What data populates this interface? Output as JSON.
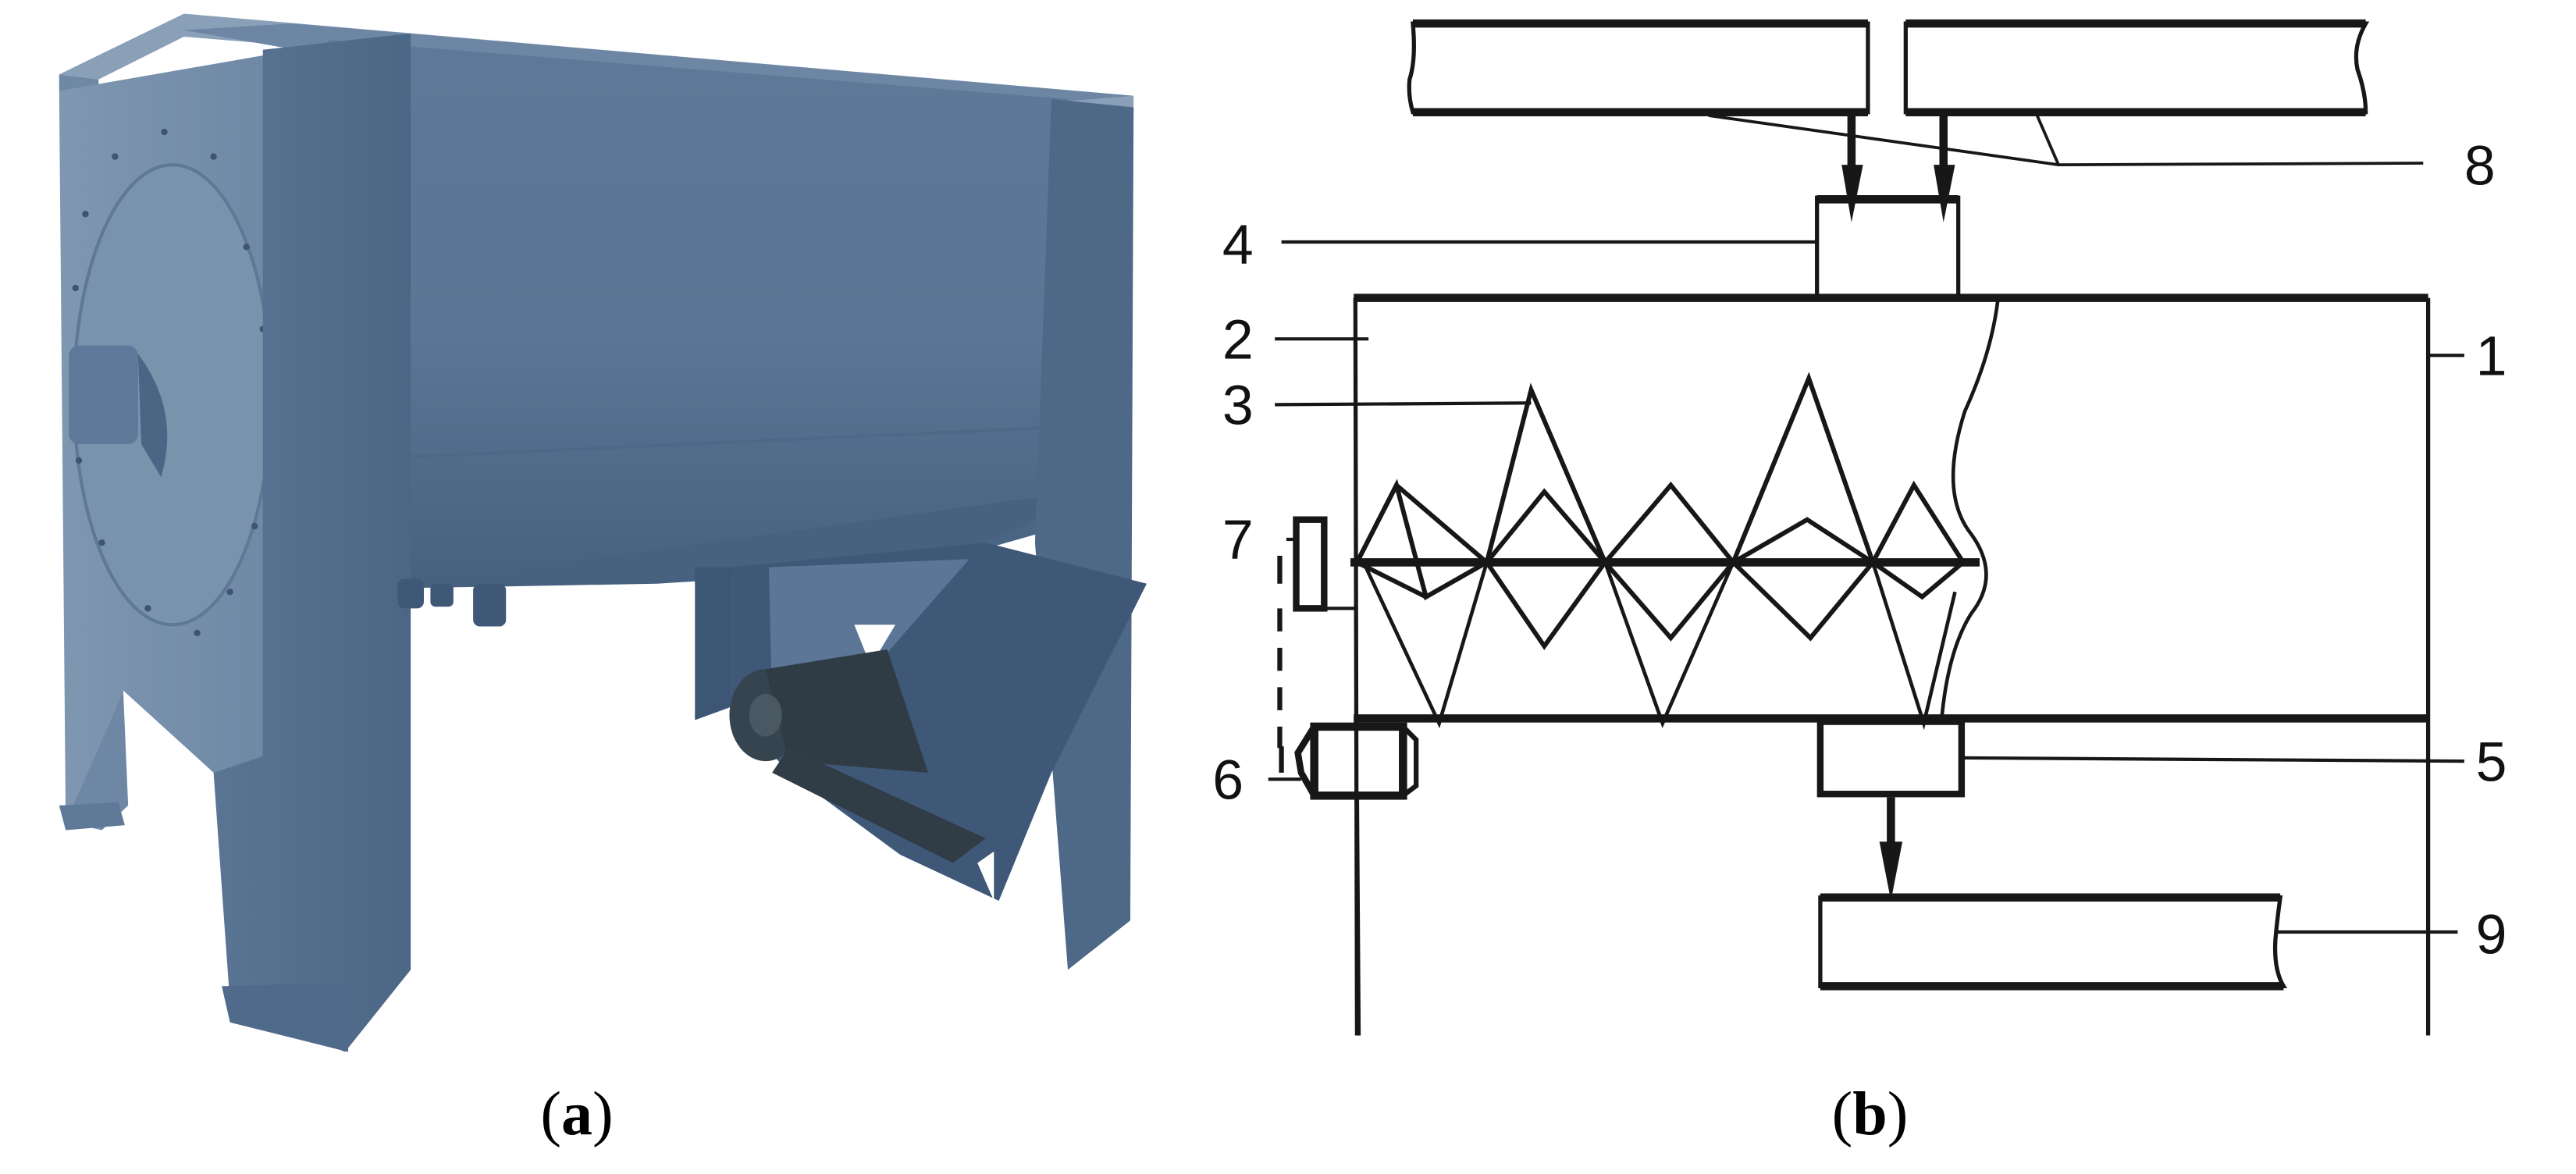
{
  "figure": {
    "panels": [
      {
        "id": "a",
        "caption_open": "(",
        "caption_letter": "a",
        "caption_close": ")",
        "content": "photograph of a horizontal ribbon/paddle mixer with blue-grey steel frame, flanged end plate, and drive motor mounted below",
        "colors": {
          "body": "#5a7596",
          "body_light": "#7b93ae",
          "body_dark": "#3d5675",
          "motor": "#3a4650"
        }
      },
      {
        "id": "b",
        "caption_open": "(",
        "caption_letter": "b",
        "caption_close": ")",
        "content": "schematic diagram of the mixer",
        "callouts": [
          {
            "number": "1",
            "target": "mixer housing (right wall)"
          },
          {
            "number": "2",
            "target": "mixing chamber"
          },
          {
            "number": "3",
            "target": "ribbon/blade agitator"
          },
          {
            "number": "4",
            "target": "inlet hopper"
          },
          {
            "number": "5",
            "target": "outlet gate"
          },
          {
            "number": "6",
            "target": "electric motor"
          },
          {
            "number": "7",
            "target": "shaft bearing/drive"
          },
          {
            "number": "8",
            "target": "feed bins"
          },
          {
            "number": "9",
            "target": "output container"
          }
        ],
        "line_color": "#161716"
      }
    ]
  }
}
